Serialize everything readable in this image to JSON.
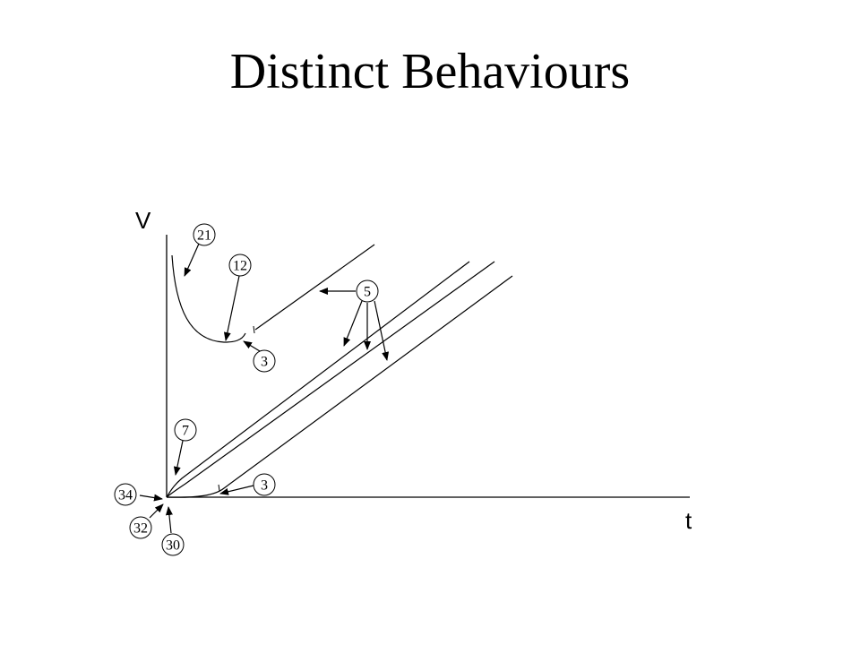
{
  "title": "Distinct Behaviours",
  "axes": {
    "y_label": "V",
    "x_label": "t"
  },
  "callouts": [
    "21",
    "12",
    "5",
    "3",
    "7",
    "3",
    "34",
    "32",
    "30"
  ],
  "colors": {
    "ink": "#000000",
    "background": "#ffffff"
  }
}
